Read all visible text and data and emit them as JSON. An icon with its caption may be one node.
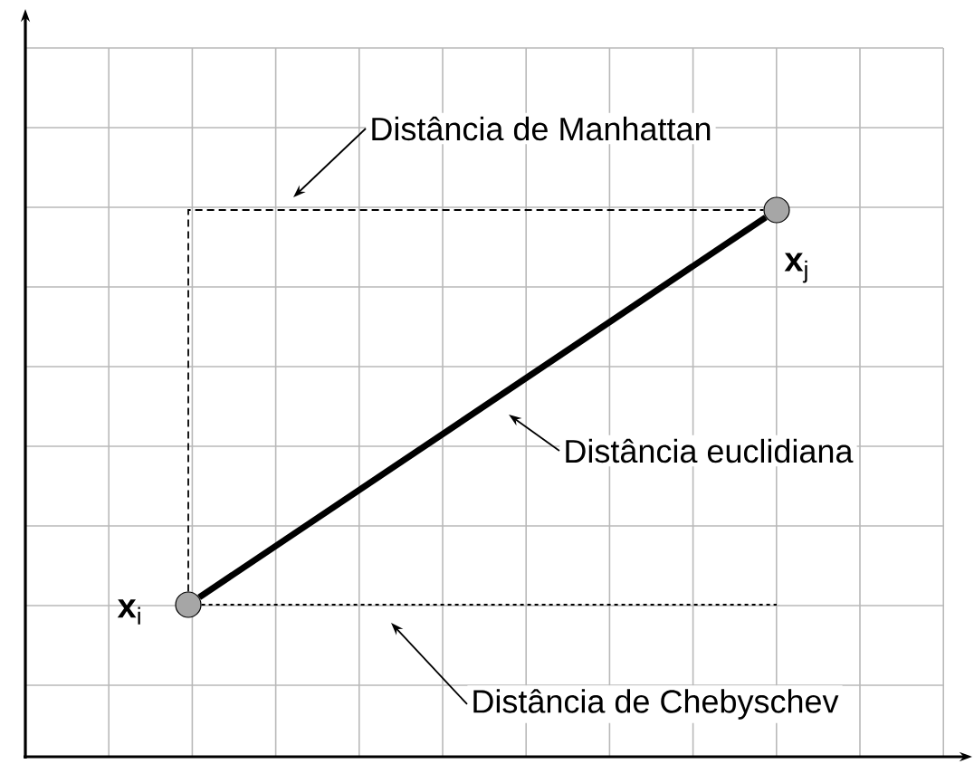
{
  "diagram": {
    "nodes": [
      {
        "text": [],
        "shape": "circle",
        "beside": [
          "**x**$_{i}$"
        ]
      },
      {
        "text": [],
        "shape": "circle",
        "beside": [
          "**x**$_{j}$"
        ]
      },
      {
        "text": [
          "Distância de Manhattan"
        ]
      },
      {
        "text": [
          "Distância euclidiana"
        ]
      },
      {
        "text": [
          "Distância de Chebyschev"
        ]
      }
    ],
    "edges": [
      {
        "from": 0,
        "to": 1,
        "arrow": "none",
        "style": "thick"
      },
      {
        "from": 0,
        "to": 1,
        "arrow": "none",
        "style": "dashed"
      },
      {
        "from": 0,
        "to": null,
        "arrow": "none",
        "style": "dashed"
      },
      {
        "from": 2,
        "to": null,
        "arrow": "to"
      },
      {
        "from": 3,
        "to": null,
        "arrow": "to"
      },
      {
        "from": 4,
        "to": null,
        "arrow": "to"
      }
    ]
  }
}
